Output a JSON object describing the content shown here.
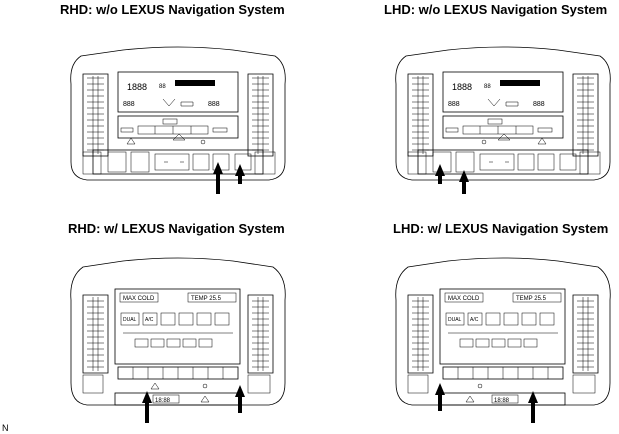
{
  "panels": [
    {
      "title": "RHD: w/o LEXUS Navigation System"
    },
    {
      "title": "LHD: w/o LEXUS Navigation System"
    },
    {
      "title": "RHD: w/ LEXUS Navigation System"
    },
    {
      "title": "LHD: w/ LEXUS Navigation System"
    }
  ],
  "corner_mark": "N",
  "display": {
    "seg_top": "1888",
    "seg_small": "88",
    "seg_left": "888",
    "seg_right": "888",
    "nav_status": "MAX COLD",
    "nav_temp": "TEMP 25.5",
    "btn_dual": "DUAL",
    "btn_ac": "A/C",
    "clock_digits": "18:88"
  },
  "icons": [
    "arrow-up-icon",
    "hazard-triangle-icon",
    "vent-grille-icon"
  ]
}
